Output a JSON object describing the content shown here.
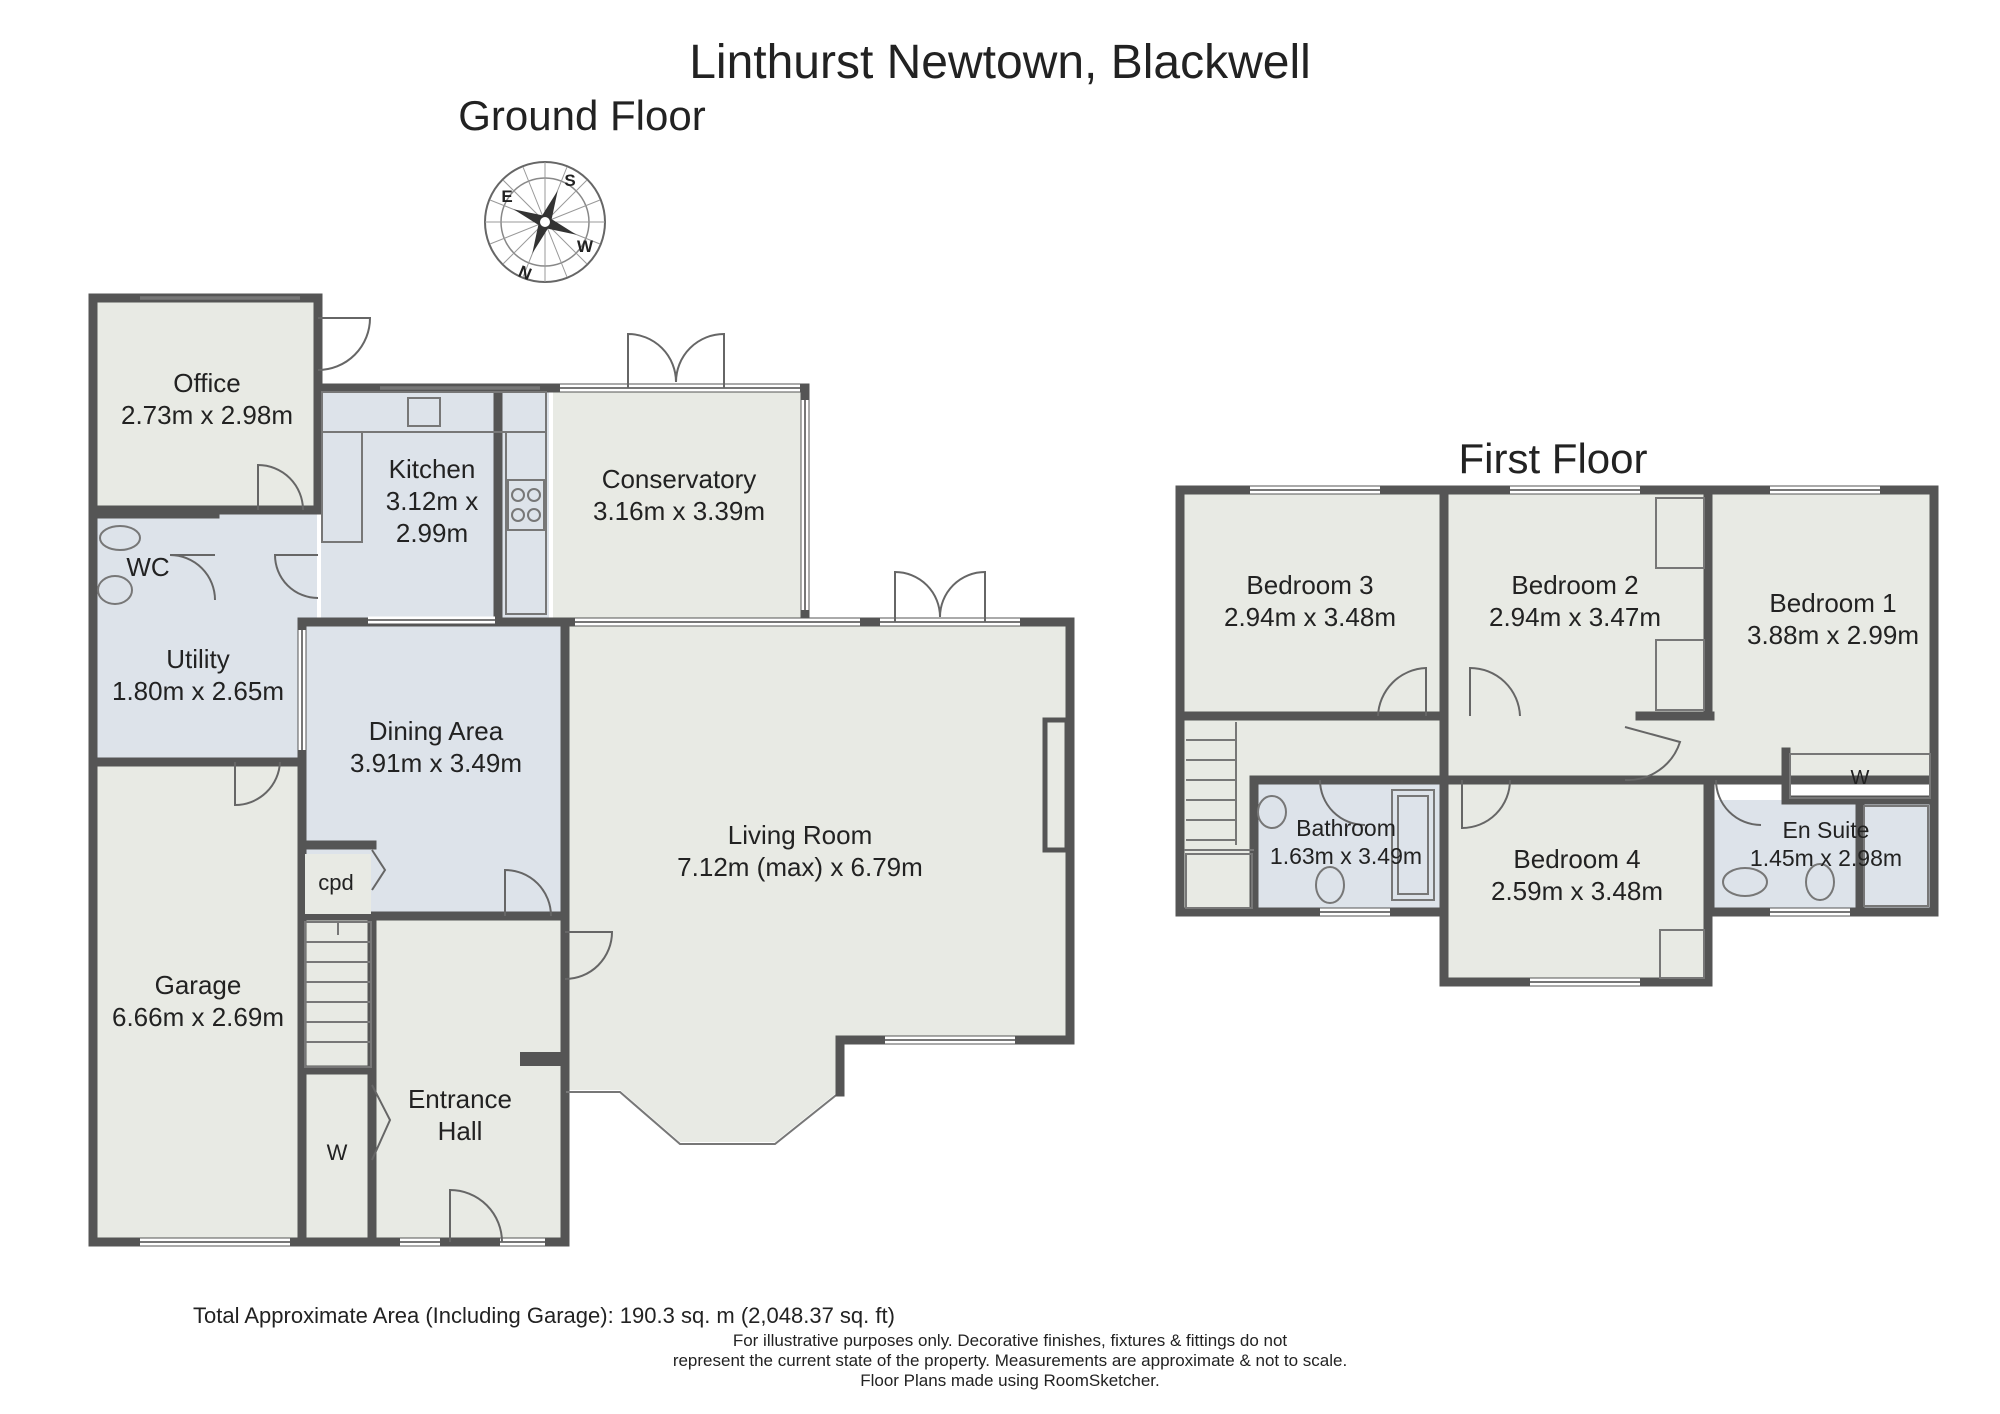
{
  "title": "Linthurst Newtown, Blackwell",
  "ground_floor": {
    "heading": "Ground Floor",
    "compass": {
      "n": "N",
      "e": "E",
      "s": "S",
      "w": "W"
    },
    "rooms": {
      "office": {
        "name": "Office",
        "size": "2.73m x 2.98m"
      },
      "kitchen": {
        "name": "Kitchen",
        "size_line1": "3.12m x",
        "size_line2": "2.99m"
      },
      "conservatory": {
        "name": "Conservatory",
        "size": "3.16m x 3.39m"
      },
      "wc": {
        "name": "WC"
      },
      "utility": {
        "name": "Utility",
        "size": "1.80m x 2.65m"
      },
      "dining": {
        "name": "Dining Area",
        "size": "3.91m x 3.49m"
      },
      "living": {
        "name": "Living Room",
        "size": "7.12m (max) x 6.79m"
      },
      "cpd": {
        "name": "cpd"
      },
      "garage": {
        "name": "Garage",
        "size": "6.66m x 2.69m"
      },
      "hall": {
        "name_line1": "Entrance",
        "name_line2": "Hall"
      },
      "wardrobe": {
        "name": "W"
      }
    }
  },
  "first_floor": {
    "heading": "First Floor",
    "rooms": {
      "bedroom3": {
        "name": "Bedroom 3",
        "size": "2.94m x 3.48m"
      },
      "bedroom2": {
        "name": "Bedroom 2",
        "size": "2.94m x 3.47m"
      },
      "bedroom1": {
        "name": "Bedroom 1",
        "size": "3.88m x 2.99m"
      },
      "wardrobe": {
        "name": "W"
      },
      "bathroom": {
        "name": "Bathroom",
        "size": "1.63m x 3.49m"
      },
      "bedroom4": {
        "name": "Bedroom 4",
        "size": "2.59m x 3.48m"
      },
      "ensuite": {
        "name": "En Suite",
        "size": "1.45m x 2.98m"
      }
    }
  },
  "footer": {
    "total_area": "Total Approximate Area (Including Garage): 190.3 sq. m (2,048.37 sq. ft)",
    "disclaimer_line1": "For illustrative purposes only. Decorative finishes, fixtures & fittings do not",
    "disclaimer_line2": "represent the current state of the property. Measurements are approximate & not to scale.",
    "disclaimer_line3": "Floor Plans made using RoomSketcher."
  },
  "colors": {
    "room_fill": "#e8eae4",
    "blue_room_fill": "#dde3ea",
    "wall": "#555555",
    "text": "#222222"
  }
}
